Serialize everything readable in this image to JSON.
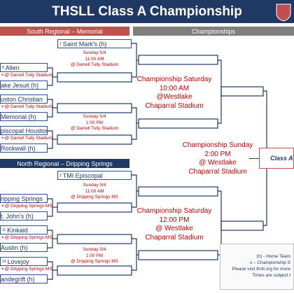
{
  "title": "THSLL Class A Championship",
  "sections": {
    "south": "South Regional – Memorial",
    "north": "North Regional – Dripping Springs",
    "champs": "Championships"
  },
  "south": {
    "t1": {
      "seed": "1",
      "name": "Saint Mark's (h)"
    },
    "t2": {
      "seed": "8",
      "name": "Allen"
    },
    "t2_loc": "@ Darrell Tully Stadium",
    "t3": {
      "seed": "",
      "name": "ake Jesuit (h)"
    },
    "t4": {
      "seed": "",
      "name": "uston Christian"
    },
    "t4_loc": "@ Darrell Tully Stadium",
    "t5": {
      "seed": "",
      "name": "Memorial (h)"
    },
    "t6": {
      "seed": "",
      "name": "piscopal Houston"
    },
    "t6_loc": "@ Darrell Tully Stadium",
    "t7": {
      "seed": "",
      "name": "Rockwall (h)"
    },
    "g1": [
      "Sunday 5/4",
      "11:00 AM",
      "@ Darrell Tully Stadium"
    ],
    "g2": [
      "Sunday 5/4",
      "1:00 PM",
      "@ Darrell Tully Stadium"
    ]
  },
  "north": {
    "t1": {
      "seed": "2",
      "name": "TMI Episcopal"
    },
    "t2": {
      "seed": "",
      "name": "ripping Springs"
    },
    "t2_loc": "@ Dripping Springs MS",
    "t3": {
      "seed": "",
      "name": "t. John's (h)"
    },
    "t4": {
      "seed": "11",
      "name": "Kinkaid"
    },
    "t4_loc": "@ Dripping Springs MS",
    "t5": {
      "seed": "",
      "name": "Austin (h)"
    },
    "t6": {
      "seed": "14",
      "name": "Lovejoy"
    },
    "t6_loc": "@ Dripping Springs MS",
    "t7": {
      "seed": "",
      "name": "andegrift (h)"
    },
    "g1": [
      "Sunday 5/4",
      "11:00 AM",
      "@ Dripping Springs MS"
    ],
    "g2": [
      "Sunday 5/4",
      "1:00 PM",
      "@ Dripping Springs MS"
    ]
  },
  "champ_sat_top": [
    "Championship Saturday",
    "10:00 AM",
    "@Westlake",
    "Chaparral Stadium"
  ],
  "champ_sun": [
    "Championship Sunday",
    "2:00 PM",
    "@ Westlake",
    "Chaparral Stadium"
  ],
  "champ_sat_bot": [
    "Championship Saturday",
    "12:00 PM",
    "@ Westlake",
    "Chaparral Stadium"
  ],
  "final_label": "Class A",
  "legend": [
    "(h) - Home Team",
    "s – Championship S",
    "Please visit thsll.org for more",
    "Times are subject t"
  ]
}
